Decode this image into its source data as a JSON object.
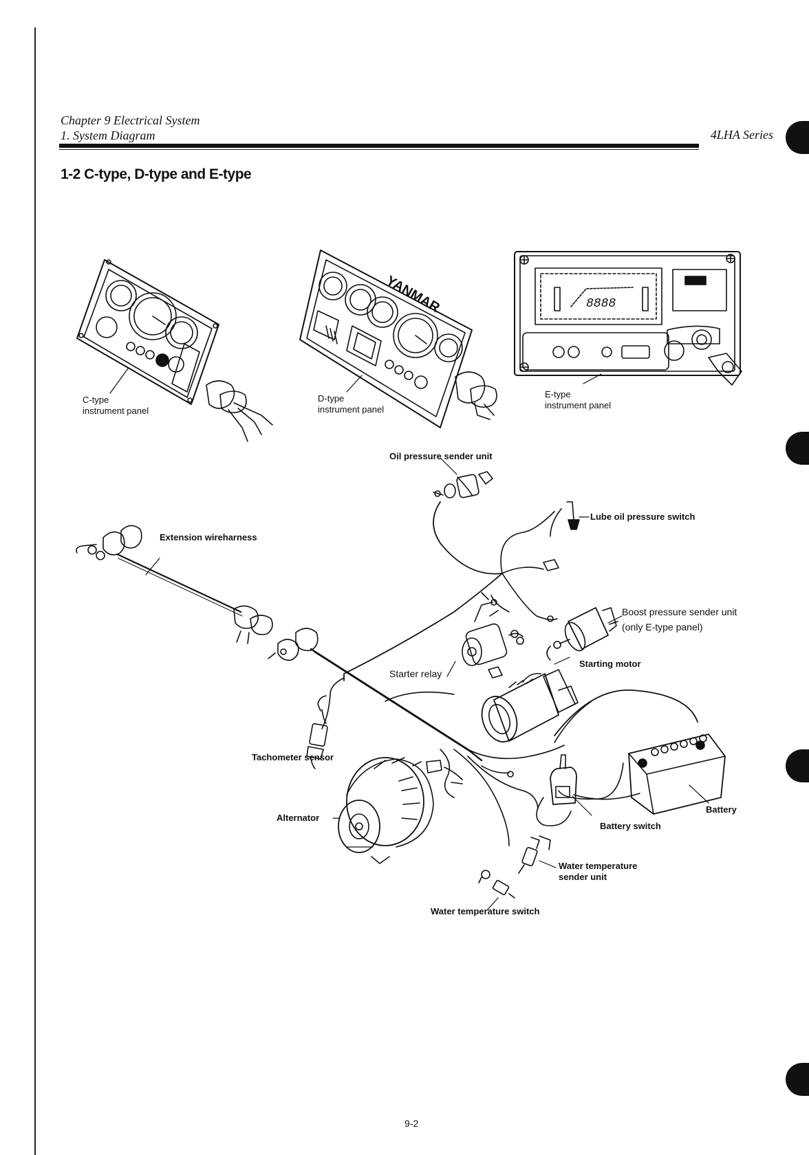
{
  "header": {
    "chapter": "Chapter 9 Electrical System",
    "section": "1. System Diagram",
    "series": "4LHA Series"
  },
  "section_title": "1-2   C-type, D-type and E-type",
  "labels": {
    "c_panel": [
      "C-type",
      "instrument panel"
    ],
    "d_panel": [
      "D-type",
      "instrument panel"
    ],
    "e_panel": [
      "E-type",
      "instrument panel"
    ],
    "oil_pressure_sender": "Oil pressure sender unit",
    "lube_oil_switch": "Lube oil pressure switch",
    "extension_harness": "Extension wireharness",
    "boost_sender": [
      "Boost pressure sender unit",
      "(only E-type panel)"
    ],
    "starter_relay": "Starter relay",
    "starting_motor": "Starting motor",
    "tachometer": "Tachometer sensor",
    "alternator": "Alternator",
    "battery": "Battery",
    "battery_switch": "Battery switch",
    "water_temp_sender": [
      "Water temperature",
      "sender unit"
    ],
    "water_temp_switch": "Water temperature switch"
  },
  "panel_text": {
    "brand": "YANMAR",
    "e_display": "8888"
  },
  "page_number": "9-2"
}
